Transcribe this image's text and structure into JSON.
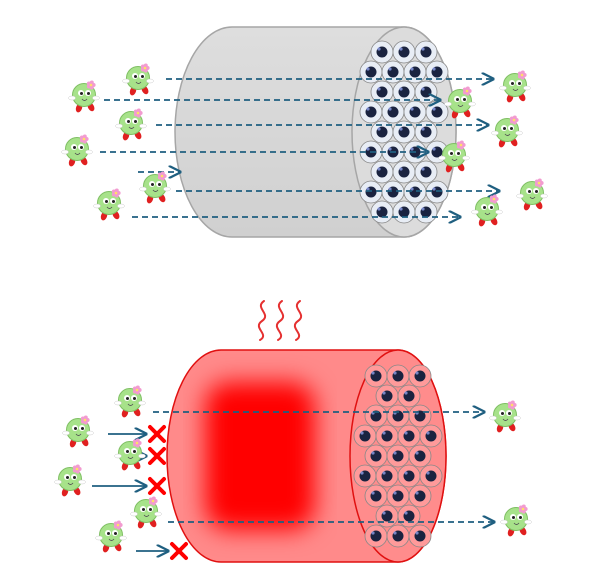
{
  "colors": {
    "arrow": "#1f5f80",
    "cold_cylinder": "#d9d9d9",
    "cold_outline": "#a6a6a6",
    "hot_cylinder": "#ff0000",
    "hot_outline": "#e01010",
    "heat_waves": "#e53030",
    "blocked_mark": "#ff0000",
    "character_body": "#a7e28a",
    "character_feet": "#e02020",
    "character_flower": "#f29bd0",
    "pore_dark": "#1a2340"
  },
  "panels": [
    {
      "name": "normal-state",
      "heated": false,
      "passing_arrows": 7,
      "blocked_arrows": 0
    },
    {
      "name": "heated-state",
      "heated": true,
      "passing_arrows": 2,
      "blocked_arrows": 4
    }
  ],
  "icons": {
    "character": "green-ball-character-icon",
    "blocked": "red-x-icon",
    "heat": "heat-wave-icon"
  }
}
